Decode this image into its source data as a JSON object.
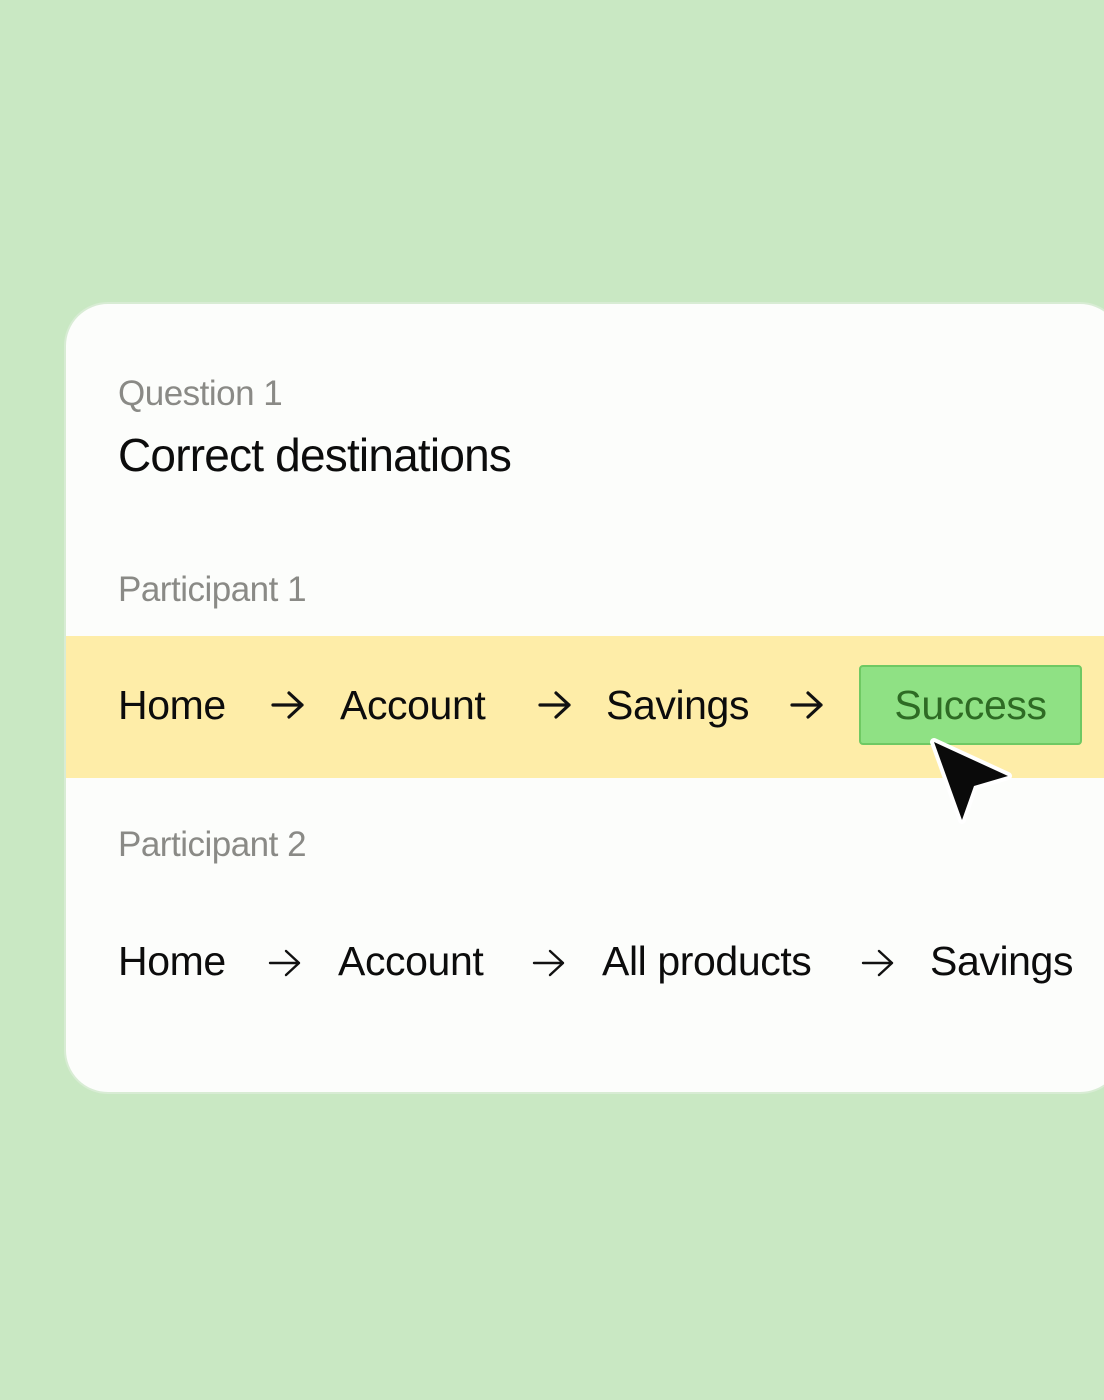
{
  "question": {
    "label": "Question 1",
    "title": "Correct destinations"
  },
  "participants": [
    {
      "label": "Participant 1",
      "path": [
        "Home",
        "Account",
        "Savings"
      ],
      "result": "Success"
    },
    {
      "label": "Participant 2",
      "path": [
        "Home",
        "Account",
        "All products",
        "Savings"
      ]
    }
  ],
  "icons": {
    "path_separator": "arrow-right-icon",
    "pointer": "mouse-cursor-icon"
  },
  "colors": {
    "background": "#c9e8c3",
    "card": "#fcfdfb",
    "highlight_row": "#feeda8",
    "success_fill": "#8fe184",
    "success_text": "#2e6b24",
    "muted_text": "#8a8a86",
    "primary_text": "#0c0c0c"
  }
}
